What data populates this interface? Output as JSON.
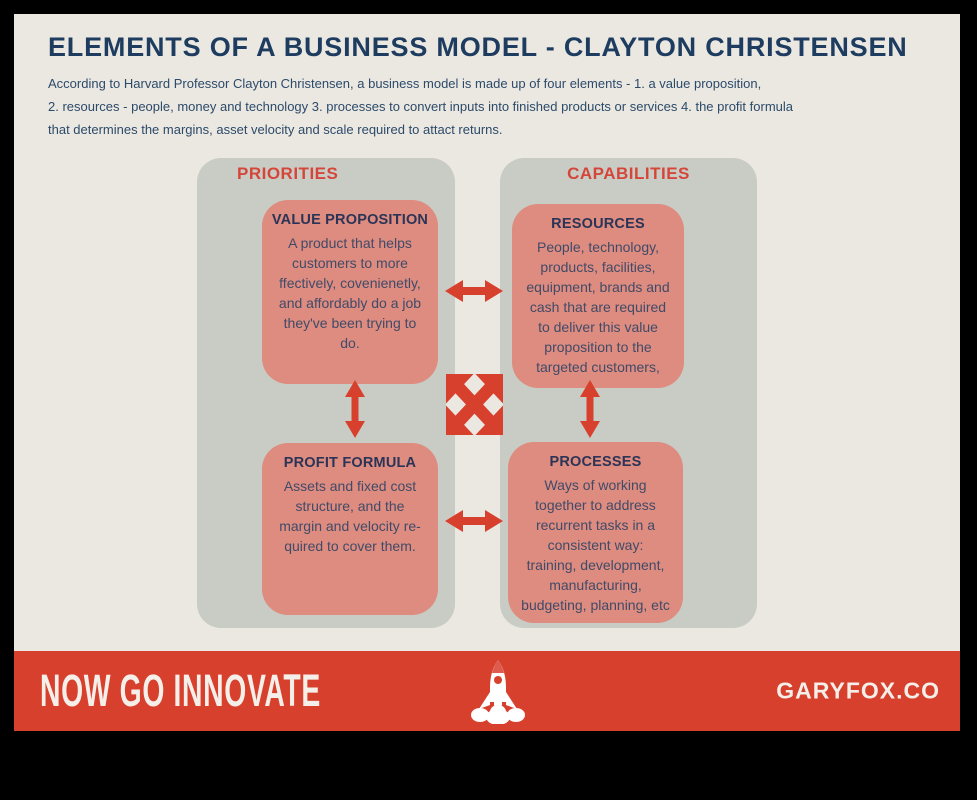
{
  "header": {
    "title": "ELEMENTS OF A BUSINESS MODEL - CLAYTON CHRISTENSEN",
    "description": "According to Harvard Professor Clayton Christensen, a business model is made up of four elements - 1. a value proposition,\n2. resources - people, money and technology 3. processes to convert inputs into finished products or services 4. the profit formula\nthat determines the margins, asset velocity and scale required to attact returns."
  },
  "diagram": {
    "priorities": {
      "label": "PRIORITIES"
    },
    "capabilities": {
      "label": "CAPABILITIES"
    },
    "boxes": {
      "value_proposition": {
        "title": "VALUE PROPOSITION",
        "body": "A product that helps\ncustomers to more\nffectively, covenienetly,\nand affordably do a job\nthey've been trying to\ndo."
      },
      "resources": {
        "title": "RESOURCES",
        "body": "People, technology,\nproducts, facilities,\nequipment, brands and\ncash that are required\nto deliver this value\nproposition to the\ntargeted customers,"
      },
      "profit_formula": {
        "title": "PROFIT FORMULA",
        "body": "Assets and fixed cost\nstructure, and the\nmargin and velocity re-\nquired to cover them."
      },
      "processes": {
        "title": "PROCESSES",
        "body": "Ways of working\ntogether to address\nrecurrent tasks in a\nconsistent way:\ntraining, development,\nmanufacturing,\nbudgeting, planning, etc"
      }
    },
    "icons": {
      "center": "four-way-arrows-icon",
      "connector": "double-headed-arrow-icon"
    }
  },
  "footer": {
    "tagline": "NOW GO INNOVATE",
    "site": "GARYFOX.CO",
    "icon": "rocket-icon"
  },
  "colors": {
    "red": "#d8402e",
    "header_red": "#d5463a",
    "salmon_box": "#dd8c7f",
    "panel_gray": "#c9ccc4",
    "cream": "#ebe8e1",
    "navy_title": "#1d3c5f",
    "box_text": "#414a68",
    "frame_black": "#000000"
  }
}
